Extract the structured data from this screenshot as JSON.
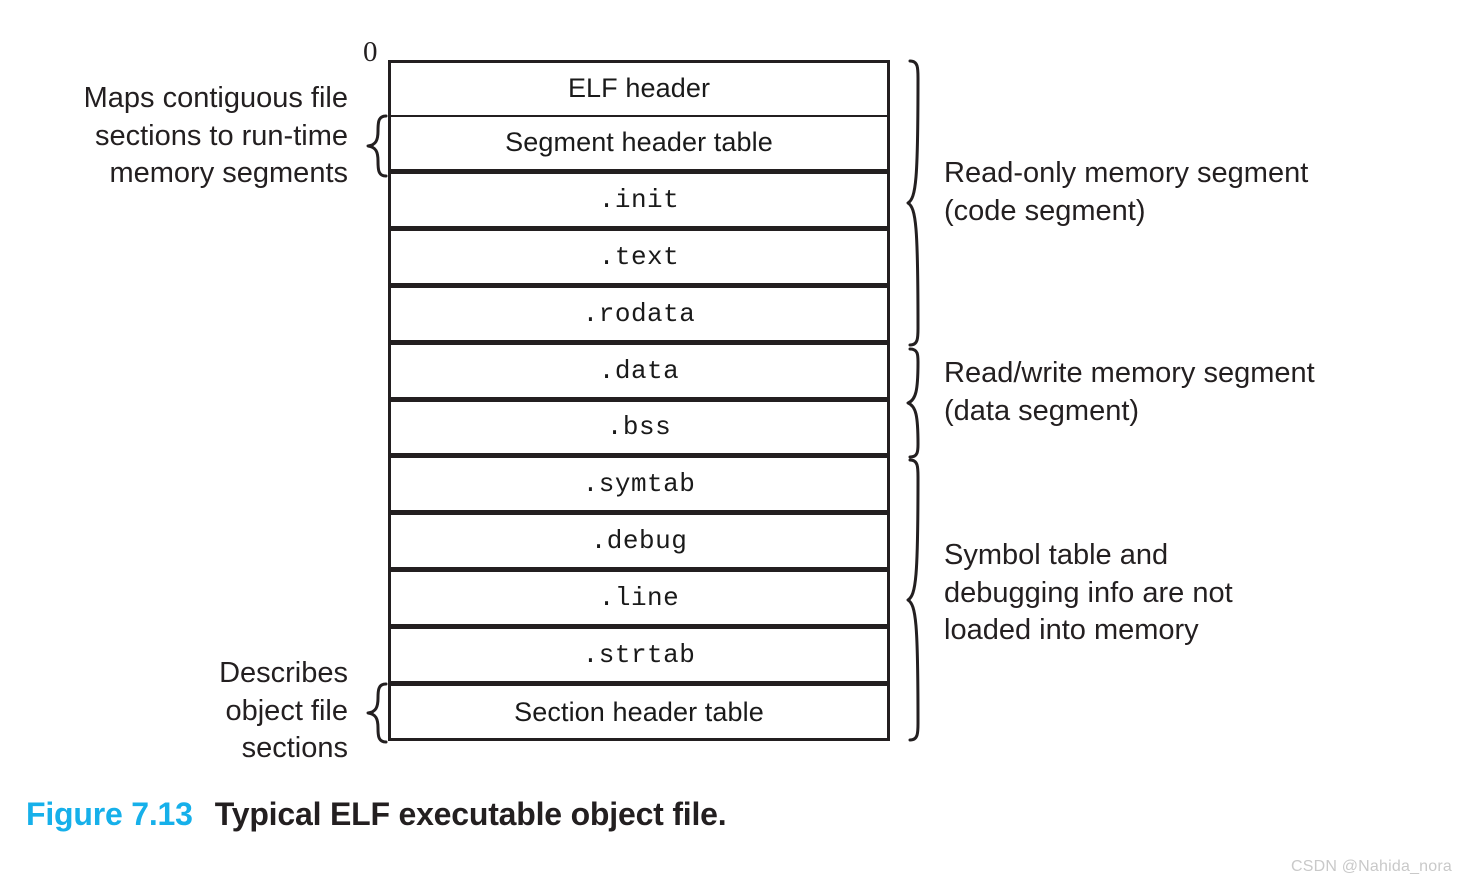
{
  "figure": {
    "origin_marker": "0",
    "caption_number": "Figure 7.13",
    "caption_title": "Typical ELF executable object file.",
    "accent_color": "#16b0ea",
    "ink_color": "#231f20"
  },
  "diagram": {
    "rows": [
      {
        "label": "ELF header",
        "style": "sans"
      },
      {
        "label": "Segment header table",
        "style": "sans"
      },
      {
        "label": ".init",
        "style": "mono"
      },
      {
        "label": ".text",
        "style": "mono"
      },
      {
        "label": ".rodata",
        "style": "mono"
      },
      {
        "label": ".data",
        "style": "mono"
      },
      {
        "label": ".bss",
        "style": "mono"
      },
      {
        "label": ".symtab",
        "style": "mono"
      },
      {
        "label": ".debug",
        "style": "mono"
      },
      {
        "label": ".line",
        "style": "mono"
      },
      {
        "label": ".strtab",
        "style": "mono"
      },
      {
        "label": "Section header table",
        "style": "sans"
      }
    ]
  },
  "annotations": {
    "left": [
      {
        "id": "maps-contiguous",
        "text": "Maps contiguous file\nsections to run-time\nmemory segments",
        "covers": [
          "Segment header table"
        ]
      },
      {
        "id": "describes-sections",
        "text": "Describes\nobject file\nsections",
        "covers": [
          "Section header table"
        ]
      }
    ],
    "right": [
      {
        "id": "read-only-segment",
        "text": "Read-only memory segment\n(code segment)",
        "covers": [
          "ELF header",
          "Segment header table",
          ".init",
          ".text",
          ".rodata"
        ]
      },
      {
        "id": "read-write-segment",
        "text": "Read/write memory segment\n(data segment)",
        "covers": [
          ".data",
          ".bss"
        ]
      },
      {
        "id": "not-loaded",
        "text": "Symbol table and\ndebugging info are not\nloaded into memory",
        "covers": [
          ".symtab",
          ".debug",
          ".line",
          ".strtab",
          "Section header table"
        ]
      }
    ]
  },
  "watermark": {
    "text": "CSDN @Nahida_nora"
  }
}
